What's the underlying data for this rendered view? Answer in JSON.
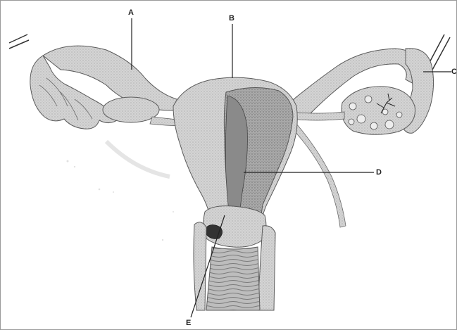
{
  "diagram": {
    "labels": {
      "a": "A",
      "b": "B",
      "c": "C",
      "d": "D",
      "e": "E"
    }
  },
  "colors": {
    "tissue_light": "#d6d6d6",
    "tissue_mid": "#b9b9b9",
    "tissue_dark": "#8c8c8c",
    "outline": "#5a5a5a",
    "leader_line": "#222222"
  }
}
